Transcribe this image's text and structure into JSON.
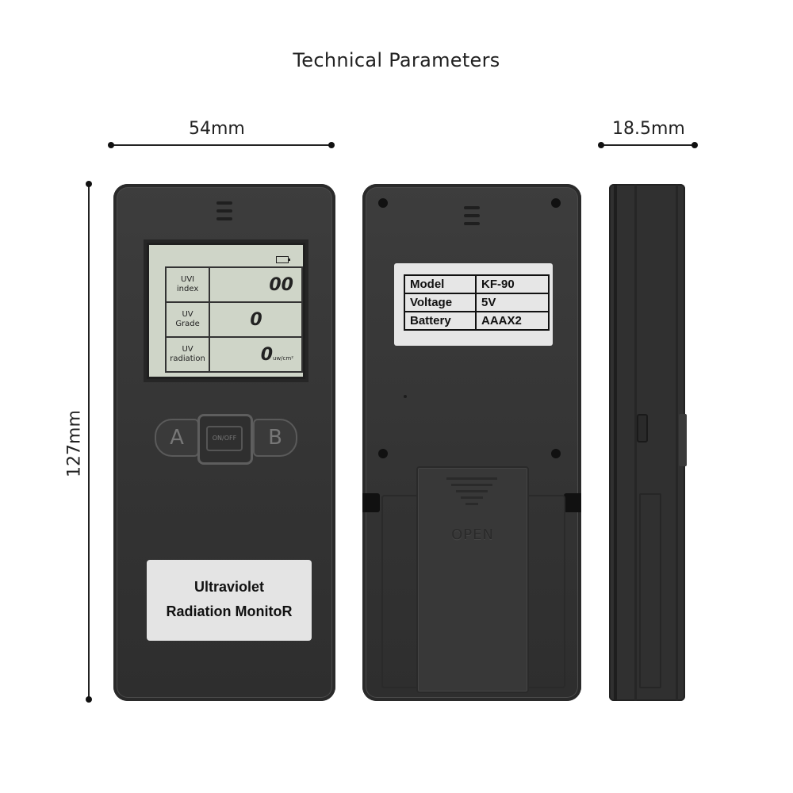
{
  "title": "Technical Parameters",
  "dimensions": {
    "width": "54mm",
    "depth": "18.5mm",
    "height": "127mm"
  },
  "lcd": {
    "rows": [
      {
        "label_line1": "UVI",
        "label_line2": "index",
        "value": "00",
        "unit": ""
      },
      {
        "label_line1": "UV",
        "label_line2": "Grade",
        "value": "0",
        "unit": ""
      },
      {
        "label_line1": "UV",
        "label_line2": "radiation",
        "value": "0",
        "unit": "uw/cm²"
      }
    ]
  },
  "buttons": {
    "left": "A",
    "middle": "ON/OFF",
    "right": "B"
  },
  "front_plate": {
    "line1": "Ultraviolet",
    "line2": "Radiation MonitoR"
  },
  "specs": [
    {
      "key": "Model",
      "value": "KF-90"
    },
    {
      "key": "Voltage",
      "value": "5V"
    },
    {
      "key": "Battery",
      "value": "AAAX2"
    }
  ],
  "battery_door_label": "OPEN",
  "colors": {
    "device_body": "#363636",
    "lcd_background": "#cfd5c8",
    "plate_background": "#e4e4e4"
  }
}
